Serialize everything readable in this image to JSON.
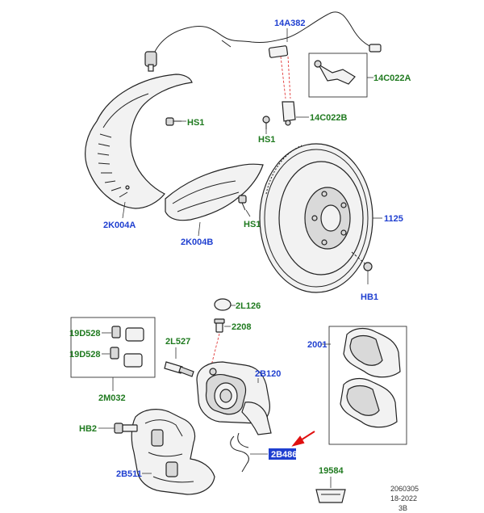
{
  "labels": {
    "sensor_ref": "14A382",
    "bracket_ref": "14C022A",
    "clip_ref": "14C022B",
    "hs1_a": "HS1",
    "hs1_b": "HS1",
    "hs1_c": "HS1",
    "shield_a": "2K004A",
    "shield_b": "2K004B",
    "disc": "1125",
    "hb1": "HB1",
    "cap": "2L126",
    "bleed": "2208",
    "guide_a": "19D528",
    "guide_b": "19D528",
    "pin": "2L527",
    "caliper": "2B120",
    "pads": "2001",
    "kit": "2M032",
    "hb2": "HB2",
    "carrier": "2B511",
    "spring_highlighted": "2B486",
    "pad_sensor": "19584"
  },
  "footer": {
    "code": "2060305",
    "date": "18-2022",
    "sheet": "3B"
  },
  "colors": {
    "blue_label": "#1f3fd0",
    "green_label": "#1f7a1f",
    "highlight": "#1f3fd0",
    "arrow": "#e01010",
    "leader_red": "#e23b3b"
  }
}
